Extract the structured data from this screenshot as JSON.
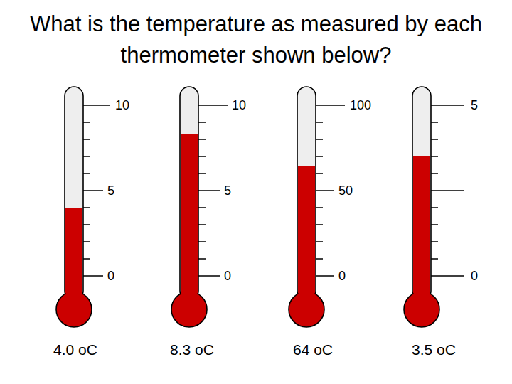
{
  "diagram": {
    "title": "What is the temperature as measured by each thermometer shown below?",
    "labels": [
      "10",
      "5",
      "0",
      "4.0 oC",
      "10",
      "5",
      "0",
      "8.3 oC",
      "100",
      "50",
      "0",
      "64 oC",
      "5",
      "0",
      "3.5 oC"
    ]
  }
}
